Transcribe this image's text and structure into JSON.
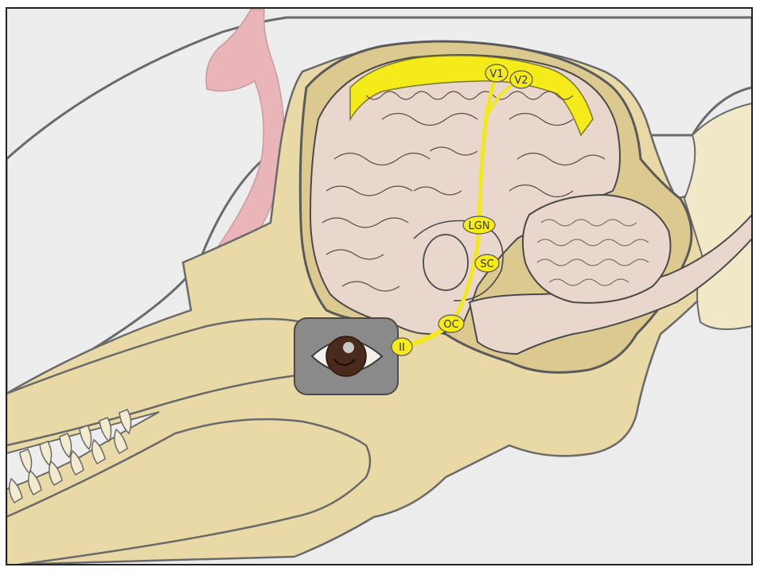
{
  "labels": {
    "v1": "V1",
    "v2": "V2",
    "lgn": "LGN",
    "sc": "SC",
    "oc": "OC",
    "ii": "II"
  },
  "colors": {
    "background": "#ececec",
    "bone": "#e8d9a6",
    "bone_shadow": "#d9c78f",
    "outline": "#5a5a5a",
    "brain": "#e9d6cc",
    "cortex_visual": "#f5ea1a",
    "pathway": "#f3e81c",
    "blowhole": "#e9b5b8",
    "eye_box": "#8a8a8a",
    "iris": "#4a2a1a"
  },
  "icons": {
    "eye": "eye-icon"
  }
}
